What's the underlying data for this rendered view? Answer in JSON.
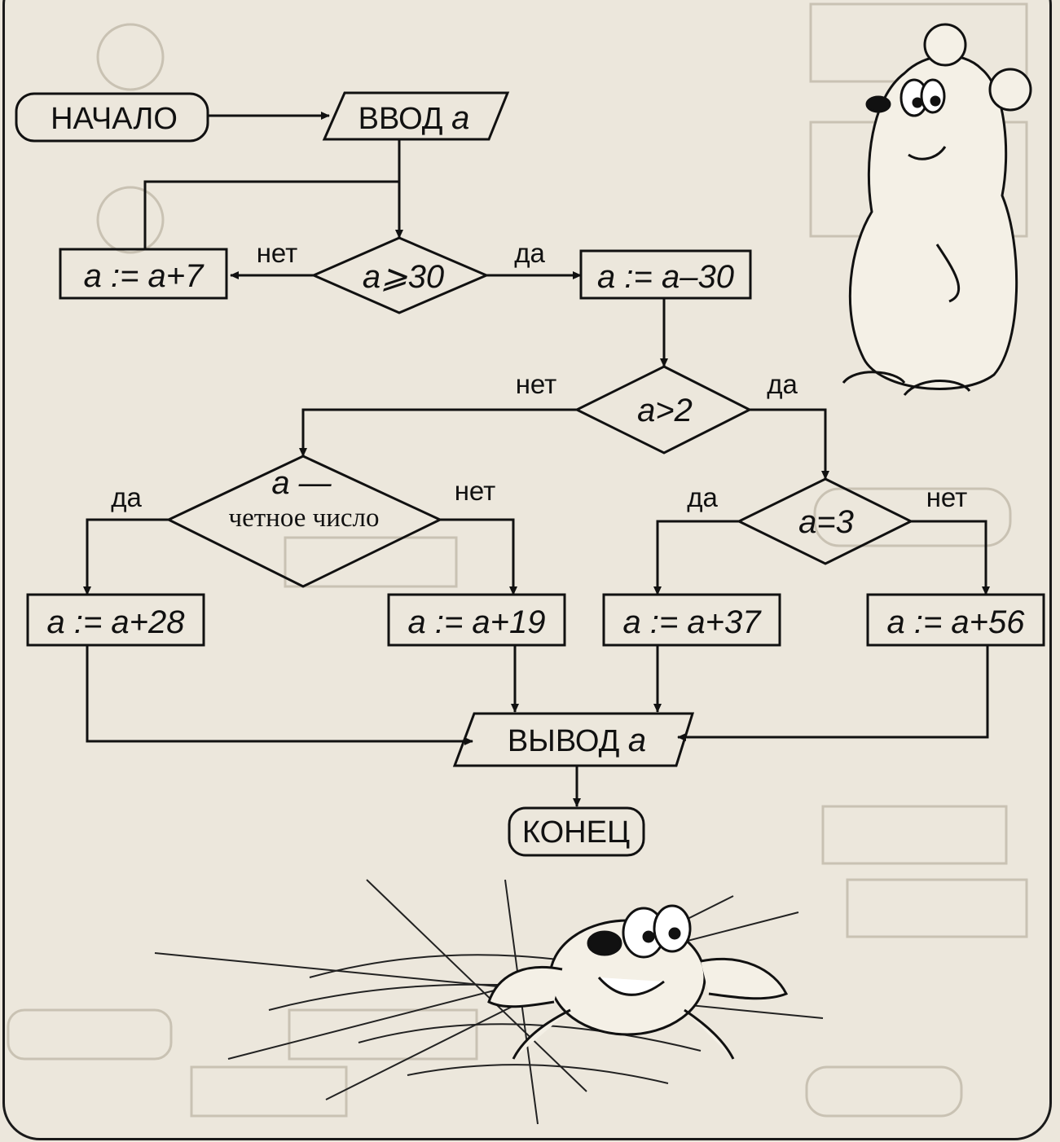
{
  "nodes": {
    "start": "НАЧАЛО",
    "input_prefix": "ВВОД ",
    "input_var": "a",
    "cond1": "a⩾30",
    "op_plus7": "a := a+7",
    "op_minus30": "a := a–30",
    "cond2": "a>2",
    "cond3_var": "a —",
    "cond3_text": "четное число",
    "cond4": "a=3",
    "op_plus28": "a := a+28",
    "op_plus19": "a := a+19",
    "op_plus37": "a := a+37",
    "op_plus56": "a := a+56",
    "output_prefix": "ВЫВОД ",
    "output_var": "a",
    "end": "КОНЕЦ"
  },
  "edge_labels": {
    "cond1_no": "нет",
    "cond1_yes": "да",
    "cond2_no": "нет",
    "cond2_yes": "да",
    "cond3_yes": "да",
    "cond3_no": "нет",
    "cond4_yes": "да",
    "cond4_no": "нет"
  },
  "illustrations": {
    "top_right": "bear-illustration",
    "bottom": "spider-on-web-illustration"
  }
}
